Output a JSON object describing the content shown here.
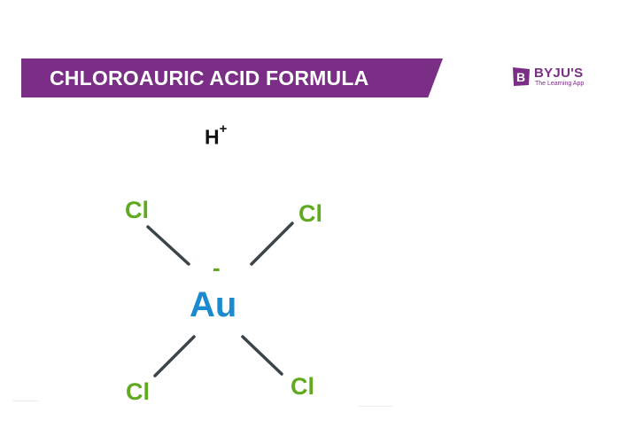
{
  "header": {
    "title": "CHLOROAURIC ACID FORMULA",
    "banner_color": "#7a2e85"
  },
  "brand": {
    "name": "BYJU'S",
    "tagline": "The Learning App",
    "icon": "byjus-logo-mark"
  },
  "structure": {
    "cation_symbol": "H",
    "cation_charge": "+",
    "central_atom": "Au",
    "central_charge": "-",
    "ligands": [
      "Cl",
      "Cl",
      "Cl",
      "Cl"
    ],
    "colors": {
      "ligand": "#5faa1e",
      "central": "#1b8ad0",
      "bond": "#3b4449"
    }
  }
}
